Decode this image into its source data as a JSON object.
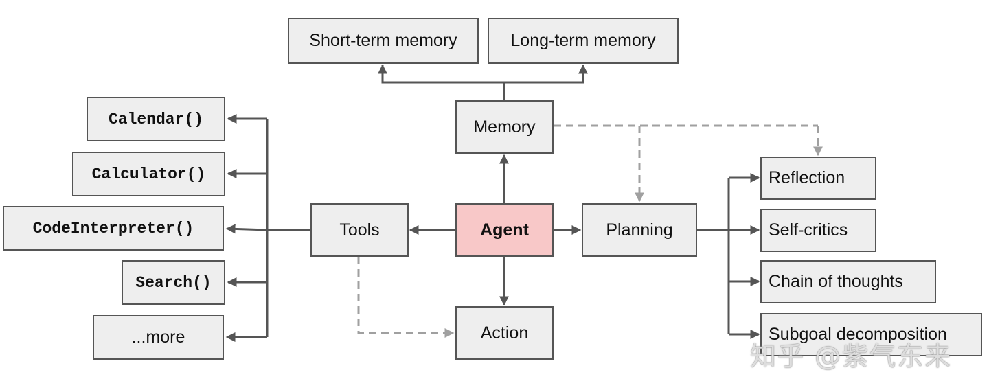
{
  "diagram": {
    "nodes": {
      "agent": "Agent",
      "memory": "Memory",
      "short_term_memory": "Short-term memory",
      "long_term_memory": "Long-term memory",
      "tools": "Tools",
      "planning": "Planning",
      "action": "Action",
      "calendar": "Calendar()",
      "calculator": "Calculator()",
      "code_interpreter": "CodeInterpreter()",
      "search": "Search()",
      "more": "...more",
      "reflection": "Reflection",
      "self_critics": "Self-critics",
      "chain_of_thoughts": "Chain of thoughts",
      "subgoal_decomposition": "Subgoal decomposition"
    },
    "colors": {
      "node_fill": "#eeeeee",
      "node_border": "#555555",
      "agent_fill": "#f8c8c8",
      "solid_arrow": "#555555",
      "dashed_arrow": "#a0a0a0"
    }
  },
  "watermark": "知乎 @紫气东来"
}
